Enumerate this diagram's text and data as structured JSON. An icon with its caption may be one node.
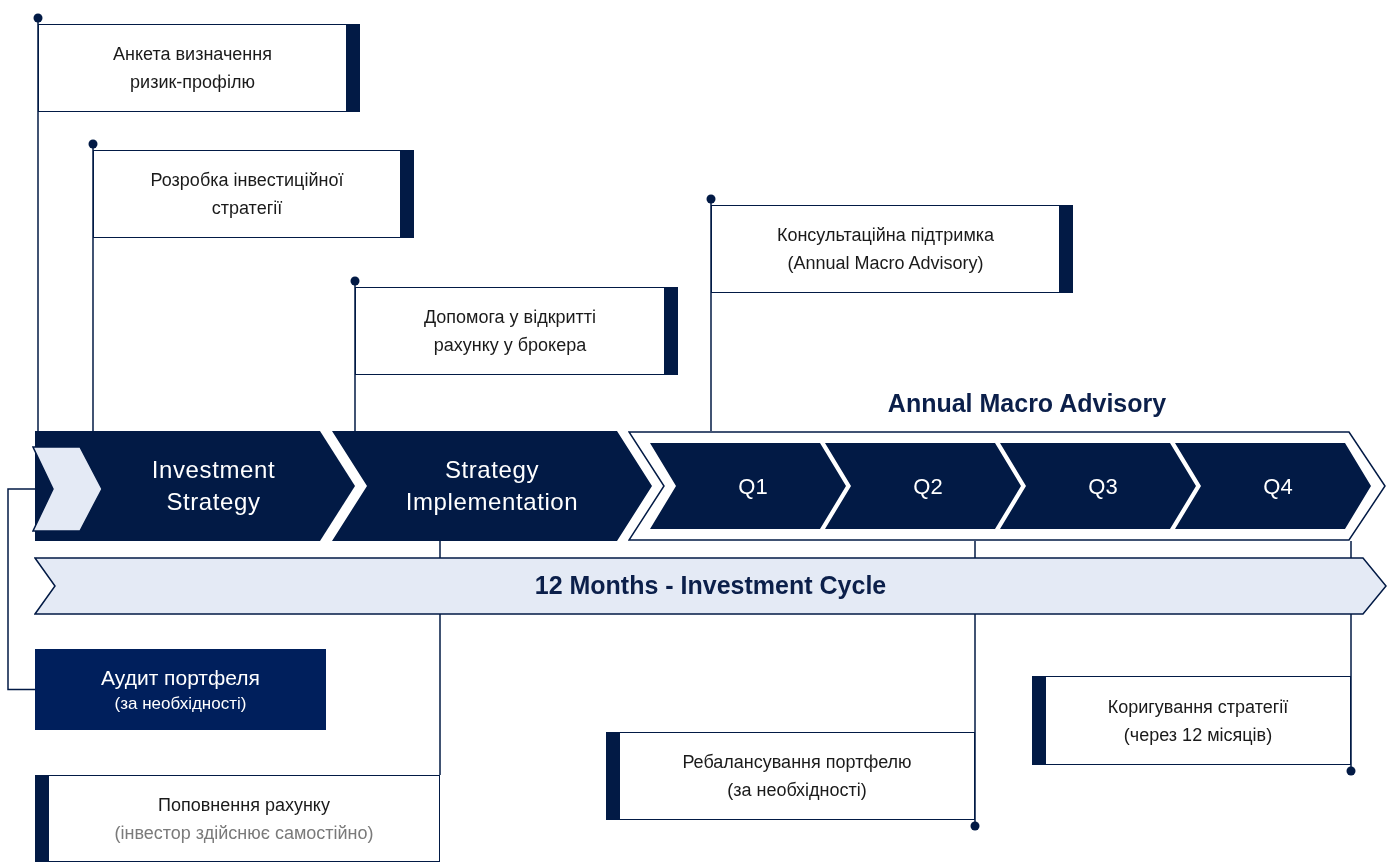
{
  "diagram": {
    "nodes": [
      {
        "text": [
          "Анкета визначення ризик-профілю"
        ]
      },
      {
        "text": [
          "Розробка інвестиційної стратегії"
        ]
      },
      {
        "text": [
          "Допомога у відкритті рахунку у брокера"
        ]
      },
      {
        "text": [
          "Консультаційна підтримка (Annual Macro Advisory)"
        ]
      },
      {
        "text": [
          "Investment Strategy"
        ]
      },
      {
        "text": [
          "Strategy Implementation"
        ]
      },
      {
        "text": [
          "Annual Macro Advisory"
        ]
      },
      {
        "text": [
          "Q1"
        ],
        "in": 6
      },
      {
        "text": [
          "Q2"
        ],
        "in": 6
      },
      {
        "text": [
          "Q3"
        ],
        "in": 6
      },
      {
        "text": [
          "Q4"
        ],
        "in": 6
      },
      {
        "text": [
          "12 Months - Investment Cycle"
        ]
      },
      {
        "text": [
          "Аудит портфеля",
          "(за необхідності)"
        ]
      },
      {
        "text": [
          "Поповнення рахунку",
          "(інвестор здійснює самостійно)"
        ]
      },
      {
        "text": [
          "Ребалансування портфелю (за необхідності)"
        ]
      },
      {
        "text": [
          "Коригування стратегії (через 12 місяців)"
        ]
      },
      {
        "text": [],
        "shape": "chevron",
        "in": 4
      }
    ],
    "edges": [
      {
        "from": 0,
        "to": 4,
        "arrow": "other"
      },
      {
        "from": 1,
        "to": 4,
        "arrow": "other"
      },
      {
        "from": 2,
        "to": 5,
        "arrow": "other"
      },
      {
        "from": 3,
        "to": 6,
        "arrow": "other"
      },
      {
        "from": 13,
        "to": 5,
        "arrow": "none"
      },
      {
        "from": 14,
        "to": 6,
        "arrow": "other"
      },
      {
        "from": 15,
        "to": 6,
        "arrow": "other"
      },
      {
        "from": 12,
        "to": 16,
        "arrow": "to"
      }
    ]
  }
}
